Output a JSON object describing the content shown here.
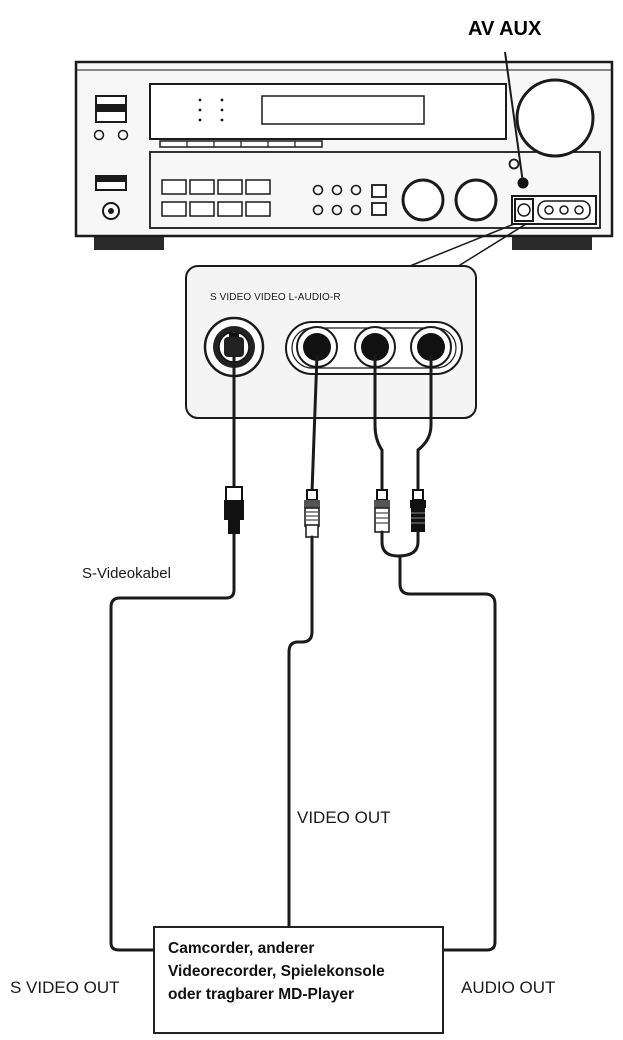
{
  "labels": {
    "av_aux": "AV AUX",
    "panel_caption": "S VIDEO VIDEO L-AUDIO-R",
    "s_videokabel": "S-Videokabel",
    "video_out": "VIDEO OUT",
    "s_video_out": "S VIDEO OUT",
    "audio_out": "AUDIO OUT"
  },
  "device": {
    "line1": "Camcorder, anderer",
    "line2": "Videorecorder, Spielekonsole",
    "line3": "oder tragbarer MD-Player"
  },
  "colors": {
    "ink": "#1a1a1a",
    "panel_fill": "#f4f4f4",
    "receiver_fill": "#f7f7f7",
    "jack_dark": "#111111"
  }
}
